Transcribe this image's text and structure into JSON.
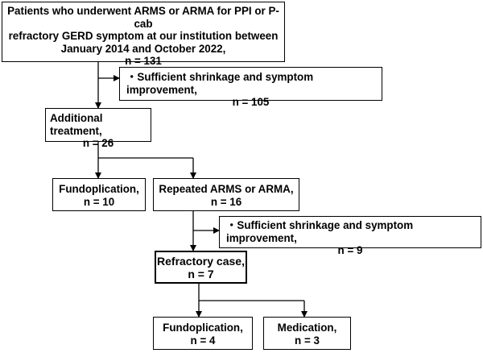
{
  "flowchart": {
    "start": {
      "lines": [
        "Patients who underwent ARMS or ARMA for PPI or P-cab",
        "refractory GERD symptom at our institution between",
        "January 2014 and October 2022,",
        "n = 131"
      ]
    },
    "exclusion_1": {
      "lines": [
        "・Sufficient shrinkage and symptom improvement,",
        "n = 105"
      ]
    },
    "additional_treatment": {
      "lines": [
        "Additional treatment,",
        "n = 26"
      ]
    },
    "fundoplication_1": {
      "lines": [
        "Fundoplication,",
        "n = 10"
      ]
    },
    "repeated": {
      "lines": [
        "Repeated ARMS or ARMA,",
        "n = 16"
      ]
    },
    "exclusion_2": {
      "lines": [
        "・Sufficient shrinkage and symptom improvement,",
        "n = 9"
      ]
    },
    "refractory": {
      "lines": [
        "Refractory case,",
        "n = 7"
      ]
    },
    "fundoplication_2": {
      "lines": [
        "Fundoplication,",
        "n = 4"
      ]
    },
    "medication": {
      "lines": [
        "Medication,",
        "n = 3"
      ]
    }
  }
}
